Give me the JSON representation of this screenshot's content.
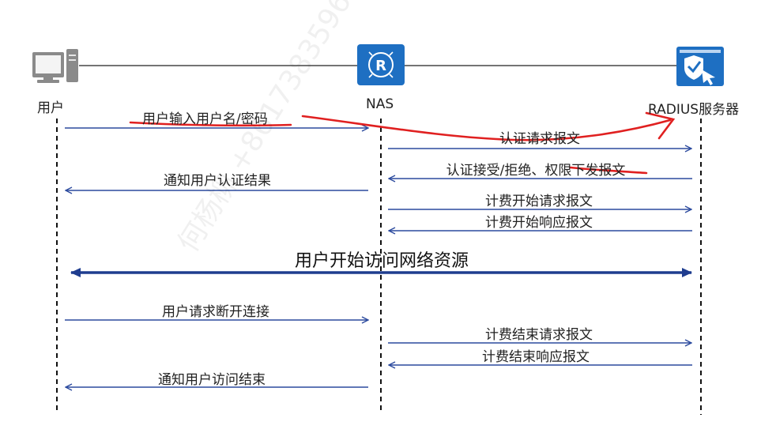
{
  "nodes": {
    "user": {
      "name": "用户",
      "icon": "computer-icon"
    },
    "nas": {
      "name": "NAS",
      "icon": "router-icon"
    },
    "radius": {
      "name": "RADIUS服务器",
      "icon": "server-shield-icon"
    }
  },
  "messages": {
    "m1": "用户输入用户名/密码",
    "m2": "认证请求报文",
    "m3": "认证接受/拒绝、权限下发报文",
    "m4": "通知用户认证结果",
    "m5": "计费开始请求报文",
    "m6": "计费开始响应报文",
    "m7": "用户开始访问网络资源",
    "m8": "用户请求断开连接",
    "m9": "计费结束请求报文",
    "m10": "计费结束响应报文",
    "m11": "通知用户访问结束"
  },
  "watermark": "何杨柳 +8617383596",
  "colors": {
    "arrow": "#2b4a9e",
    "bold_arrow": "#1f3d8f",
    "annotation": "#e02020",
    "icon_blue": "#1e6fc2",
    "icon_gray": "#8a8a8a"
  }
}
